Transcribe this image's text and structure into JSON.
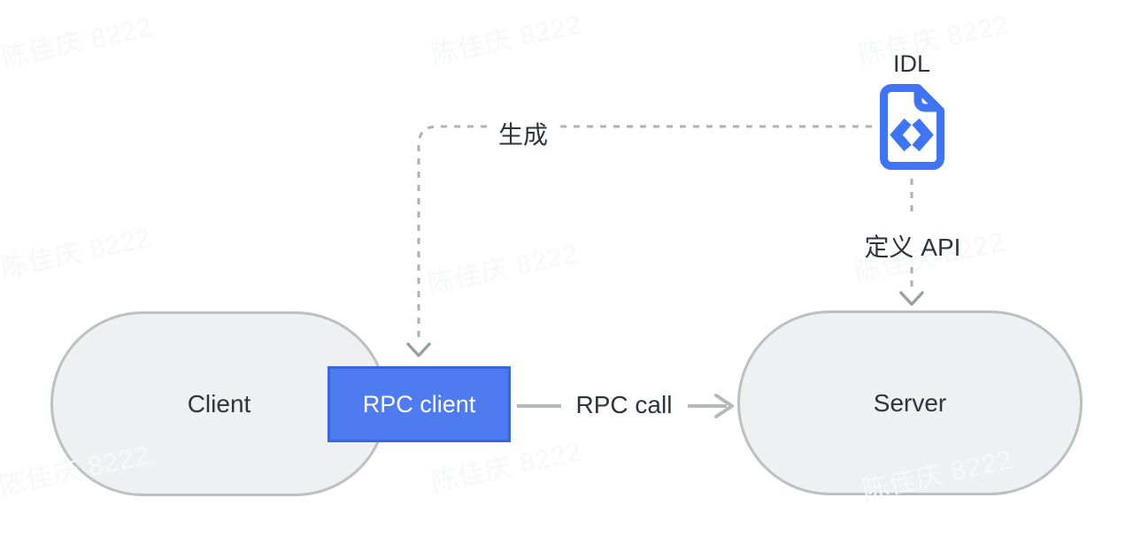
{
  "watermark": {
    "text": "陈佳庆 8222"
  },
  "idl": {
    "title": "IDL",
    "icon": "code-file-icon"
  },
  "nodes": {
    "client": "Client",
    "rpc_client": "RPC client",
    "server": "Server"
  },
  "edges": {
    "generate": "生成",
    "define_api": "定义 API",
    "rpc_call": "RPC call"
  },
  "colors": {
    "accent_blue": "#4e7cf0",
    "accent_blue_border": "#3b66dd",
    "icon_blue": "#3e74f5",
    "shape_fill": "#eff0f1",
    "shape_border": "#bcc0c5",
    "line_gray": "#abb0b8",
    "arrow_gray": "#9aa0a8",
    "solid_gray": "#b3b8be",
    "text_dark": "#2e343d",
    "watermark_under": "#eaeaeb",
    "watermark_over": "#f7f8f9"
  }
}
